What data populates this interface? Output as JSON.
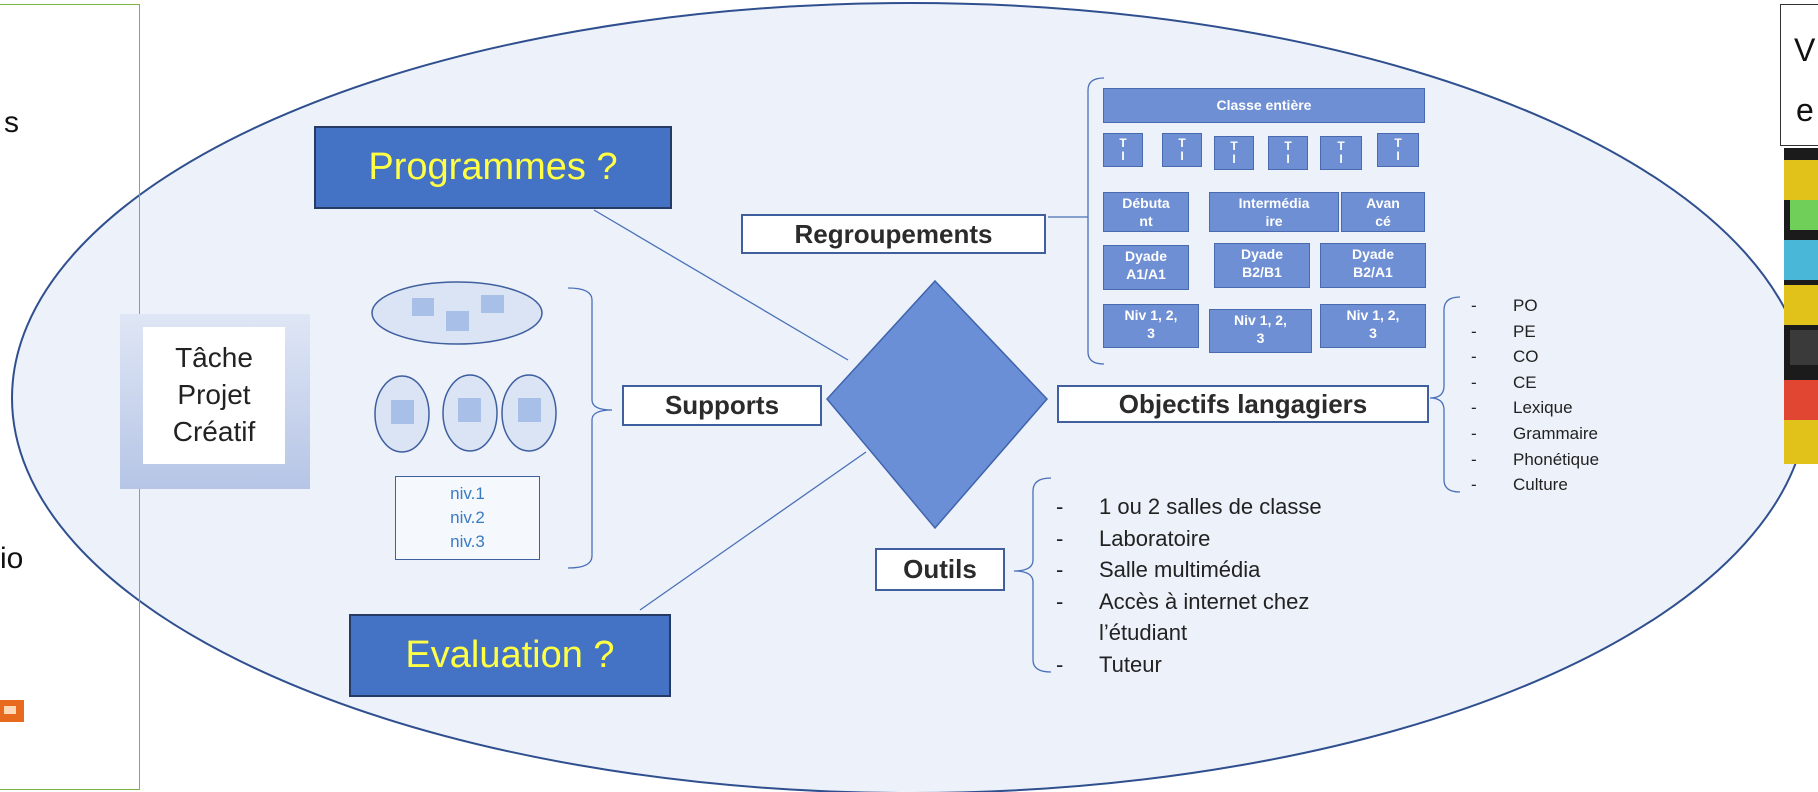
{
  "left_panel": {
    "fragments": [
      "s",
      "io"
    ]
  },
  "tache": {
    "lines": [
      "Tâche",
      "Projet",
      "Créatif"
    ]
  },
  "programmes": "Programmes ?",
  "evaluation": "Evaluation ?",
  "supports": {
    "label": "Supports",
    "levels": [
      "niv.1",
      "niv.2",
      "niv.3"
    ]
  },
  "regroupements": {
    "label": "Regroupements",
    "classe_entiere": "Classe entière",
    "tl_label": [
      "T",
      "I"
    ],
    "niveaux": [
      [
        "Débuta",
        "nt"
      ],
      [
        "Intermédia",
        "ire"
      ],
      [
        "Avan",
        "cé"
      ]
    ],
    "dyades": [
      [
        "Dyade",
        "A1/A1"
      ],
      [
        "Dyade",
        "B2/B1"
      ],
      [
        "Dyade",
        "B2/A1"
      ]
    ],
    "niv_groups": [
      [
        "Niv 1, 2,",
        "3"
      ],
      [
        "Niv 1, 2,",
        "3"
      ],
      [
        "Niv 1, 2,",
        "3"
      ]
    ]
  },
  "objectifs": {
    "label": "Objectifs langagiers",
    "items": [
      "PO",
      "PE",
      "CO",
      "CE",
      "Lexique",
      "Grammaire",
      "Phonétique",
      "Culture"
    ]
  },
  "outils": {
    "label": "Outils",
    "items": [
      "1 ou 2 salles de classe",
      "Laboratoire",
      "Salle multimédia",
      "Accès à internet chez l’étudiant",
      "Tuteur"
    ]
  },
  "right_panel": {
    "fragments": [
      "V",
      "e"
    ]
  },
  "colors": {
    "ellipse_fill": "#ecf1fa",
    "ellipse_stroke": "#2f4f8f",
    "diamond": "#6b8fd6",
    "box_blue": "#4472c4",
    "box_text": "#ffff44",
    "group_box": "#6f8fd4"
  }
}
